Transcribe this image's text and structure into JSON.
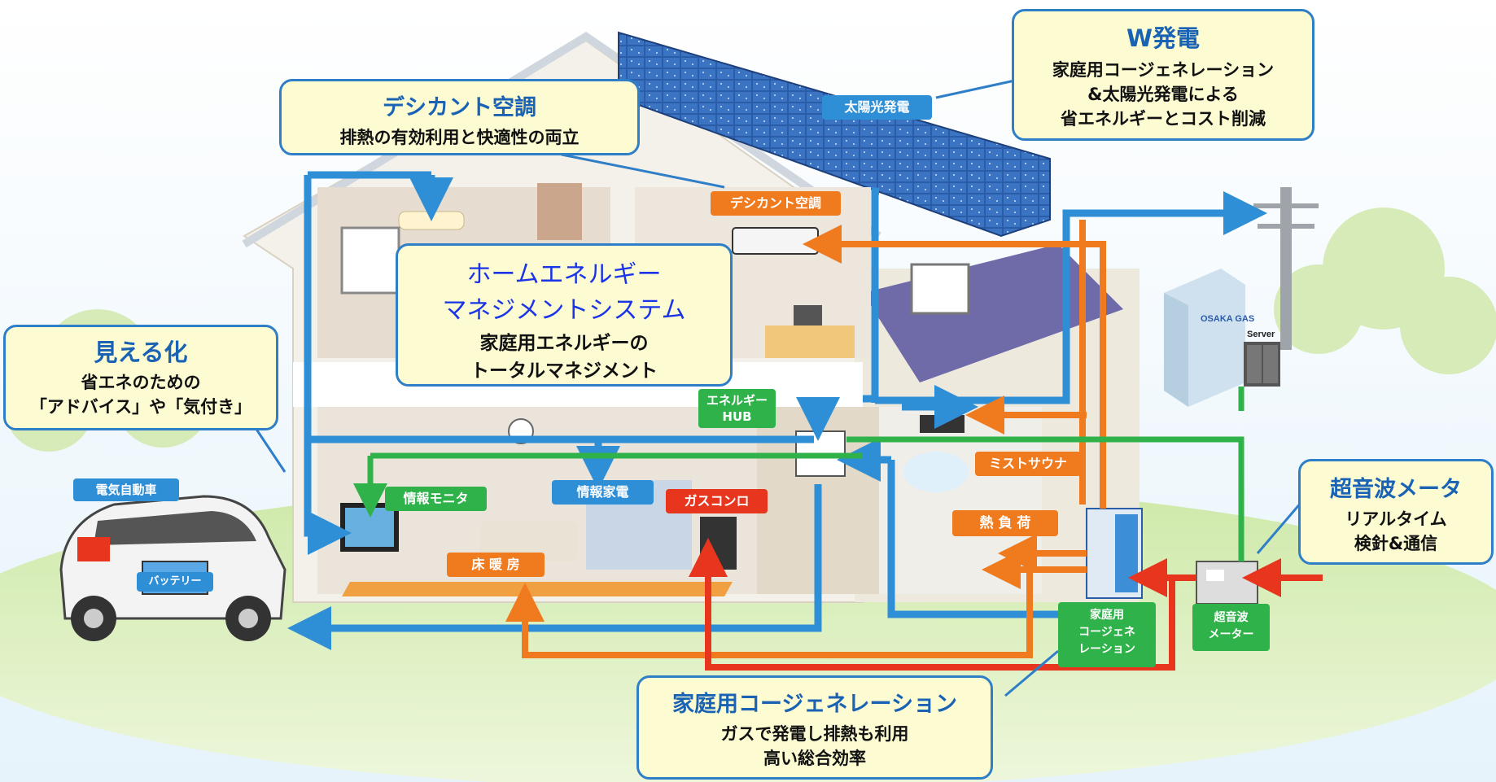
{
  "callouts": {
    "desiccant": {
      "title": "デシカント空調",
      "line1": "排熱の有効利用と快適性の両立"
    },
    "w_power": {
      "title": "W発電",
      "line1": "家庭用コージェネレーション",
      "line2": "&太陽光発電による",
      "line3": "省エネルギーとコスト削減"
    },
    "hems": {
      "title1": "ホームエネルギー",
      "title2": "マネジメントシステム",
      "line1": "家庭用エネルギーの",
      "line2": "トータルマネジメント"
    },
    "visualize": {
      "title": "見える化",
      "line1": "省エネのための",
      "line2": "「アドバイス」や「気付き」"
    },
    "ultrasonic": {
      "title": "超音波メータ",
      "line1": "リアルタイム",
      "line2": "検針&通信"
    },
    "cogen": {
      "title": "家庭用コージェネレーション",
      "line1": "ガスで発電し排熱も利用",
      "line2": "高い総合効率"
    }
  },
  "tags": {
    "solar": "太陽光発電",
    "desiccant_ac": "デシカント空調",
    "energy_hub": "エネルギー HUB",
    "mist_sauna": "ミストサウナ",
    "heat_load": "熱 負 荷",
    "gas_stove": "ガスコンロ",
    "info_monitor": "情報モニタ",
    "info_appliance": "情報家電",
    "floor_heating": "床 暖 房",
    "electric_car": "電気自動車",
    "battery": "バッテリー",
    "cogen_unit_1": "家庭用",
    "cogen_unit_2": "コージェネ",
    "cogen_unit_3": "レーション",
    "meter_1": "超音波",
    "meter_2": "メーター",
    "server": "Server",
    "osaka_gas": "OSAKA GAS"
  },
  "colors": {
    "callout_border": "#2f7fc8",
    "callout_bg": "#fdfbd2",
    "callout_title": "#1a63b4",
    "hems_title": "#1a35e8",
    "electricity_line": "#2f8fd6",
    "heat_line": "#f07a1e",
    "data_line": "#2fb24a",
    "gas_line": "#e8361e"
  }
}
